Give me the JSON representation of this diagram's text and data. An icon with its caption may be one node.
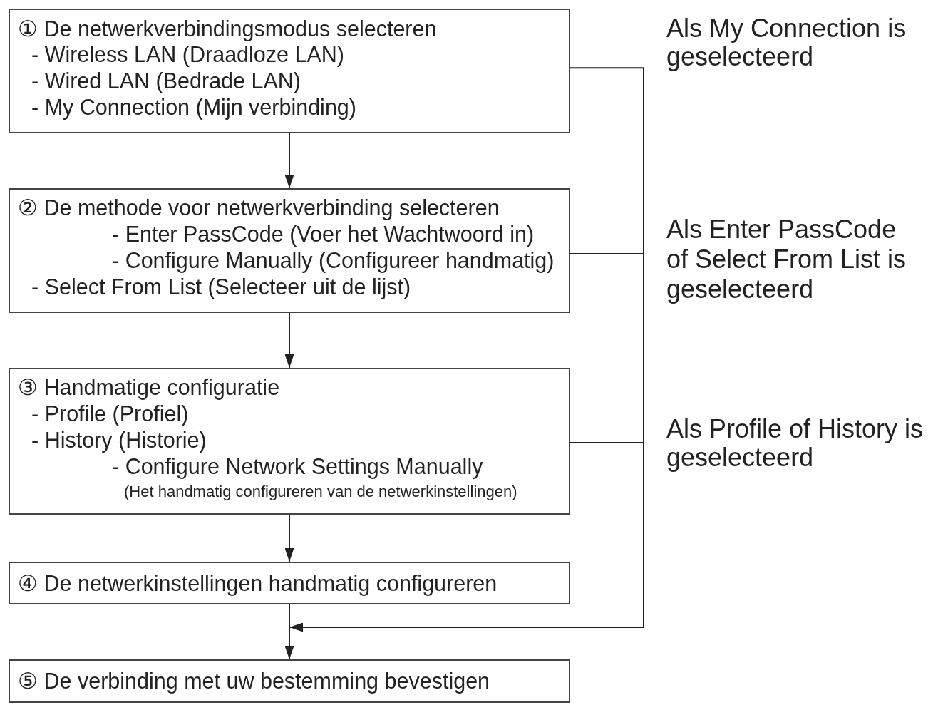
{
  "diagram": {
    "nodes": [
      {
        "text": [
          "① De netwerkverbindingsmodus selecteren",
          "- Wireless LAN (Draadloze LAN)",
          "- Wired LAN (Bedrade LAN)",
          "- My Connection (Mijn verbinding)"
        ]
      },
      {
        "text": [
          "② De methode voor netwerkverbinding selecteren",
          "- Enter PassCode (Voer het Wachtwoord in)",
          "- Configure Manually (Configureer handmatig)",
          "- Select From List (Selecteer uit de lijst)"
        ]
      },
      {
        "text": [
          "③ Handmatige configuratie",
          "- Profile (Profiel)",
          "- History (Historie)",
          "- Configure Network Settings Manually",
          "(Het handmatig configureren van de netwerkinstellingen)"
        ]
      },
      {
        "text": [
          "④ De netwerkinstellingen handmatig configureren"
        ]
      },
      {
        "text": [
          "⑤ De verbinding met uw bestemming bevestigen"
        ]
      }
    ],
    "edges": [
      {
        "from": 0,
        "to": 1,
        "arrow": "to"
      },
      {
        "from": 1,
        "to": 2,
        "arrow": "to"
      },
      {
        "from": 2,
        "to": 3,
        "arrow": "to"
      },
      {
        "from": 3,
        "to": 4,
        "arrow": "to"
      },
      {
        "from": 0,
        "to": 4,
        "arrow": "to",
        "label": "Als My Connection is geselecteerd"
      },
      {
        "from": 1,
        "to": 4,
        "arrow": "to",
        "label": "Als Enter PassCode of Select From List is geselecteerd"
      },
      {
        "from": 2,
        "to": 4,
        "arrow": "to",
        "label": "Als Profile of History is geselecteerd"
      }
    ]
  }
}
